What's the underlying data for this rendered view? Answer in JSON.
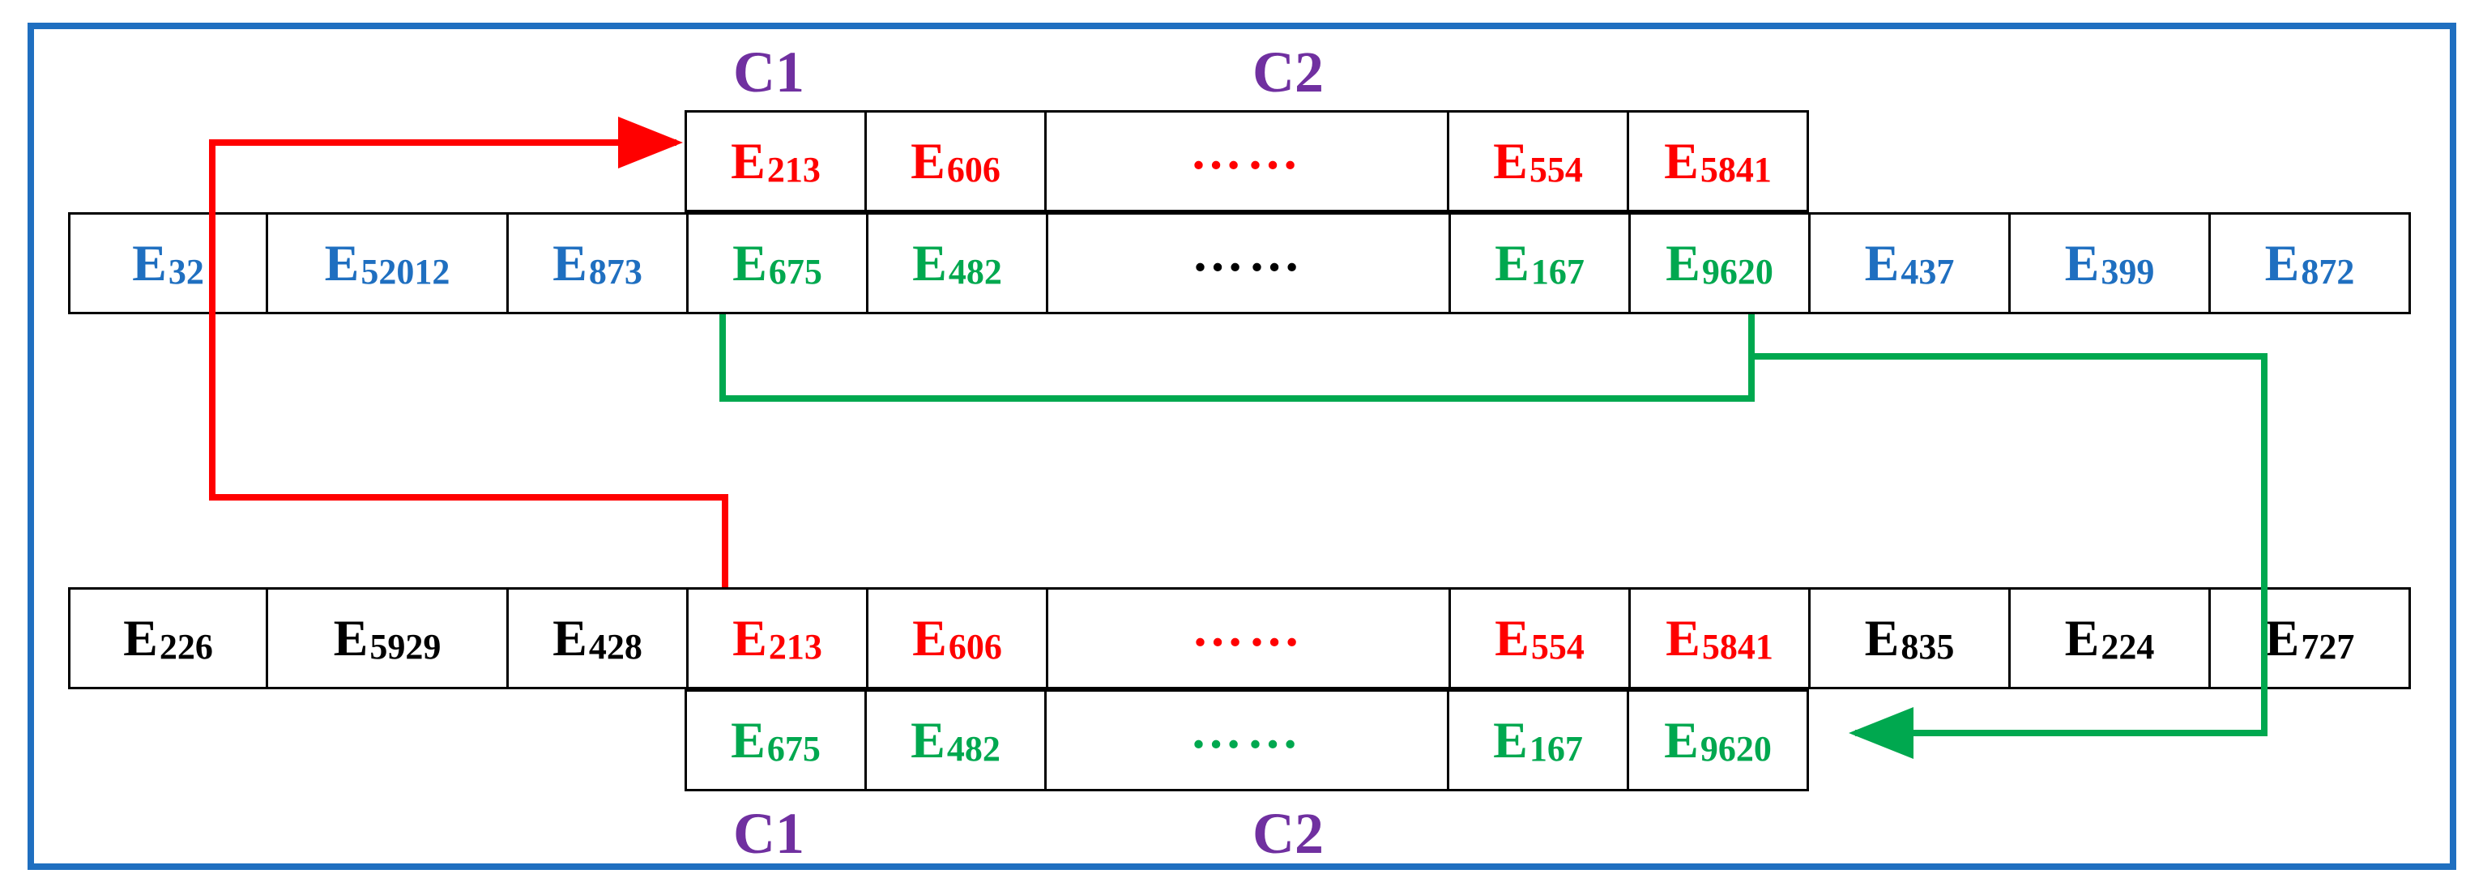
{
  "colors": {
    "frame": "#1f6fc0",
    "blue": "#1f6fc0",
    "red": "#ff0000",
    "green": "#00a84f",
    "purple": "#7030a0",
    "black": "#000000"
  },
  "labels": {
    "top_c1": "C1",
    "top_c2": "C2",
    "bottom_c1": "C1",
    "bottom_c2": "C2"
  },
  "top_offspring_row": [
    {
      "base": "E",
      "sub": "213",
      "color": "red"
    },
    {
      "base": "E",
      "sub": "606",
      "color": "red"
    },
    {
      "dots": "……",
      "color": "red"
    },
    {
      "base": "E",
      "sub": "554",
      "color": "red"
    },
    {
      "base": "E",
      "sub": "5841",
      "color": "red"
    }
  ],
  "parent1_row": [
    {
      "base": "E",
      "sub": "32",
      "color": "blue"
    },
    {
      "base": "E",
      "sub": "52012",
      "color": "blue"
    },
    {
      "base": "E",
      "sub": "873",
      "color": "blue"
    },
    {
      "base": "E",
      "sub": "675",
      "color": "green"
    },
    {
      "base": "E",
      "sub": "482",
      "color": "green"
    },
    {
      "dots": "……",
      "color": "black"
    },
    {
      "base": "E",
      "sub": "167",
      "color": "green"
    },
    {
      "base": "E",
      "sub": "9620",
      "color": "green"
    },
    {
      "base": "E",
      "sub": "437",
      "color": "blue"
    },
    {
      "base": "E",
      "sub": "399",
      "color": "blue"
    },
    {
      "base": "E",
      "sub": "872",
      "color": "blue"
    }
  ],
  "parent2_row": [
    {
      "base": "E",
      "sub": "226",
      "color": "black"
    },
    {
      "base": "E",
      "sub": "5929",
      "color": "black"
    },
    {
      "base": "E",
      "sub": "428",
      "color": "black"
    },
    {
      "base": "E",
      "sub": "213",
      "color": "red"
    },
    {
      "base": "E",
      "sub": "606",
      "color": "red"
    },
    {
      "dots": "……",
      "color": "red"
    },
    {
      "base": "E",
      "sub": "554",
      "color": "red"
    },
    {
      "base": "E",
      "sub": "5841",
      "color": "red"
    },
    {
      "base": "E",
      "sub": "835",
      "color": "black"
    },
    {
      "base": "E",
      "sub": "224",
      "color": "black"
    },
    {
      "base": "E",
      "sub": "727",
      "color": "black"
    }
  ],
  "bottom_offspring_row": [
    {
      "base": "E",
      "sub": "675",
      "color": "green"
    },
    {
      "base": "E",
      "sub": "482",
      "color": "green"
    },
    {
      "dots": "……",
      "color": "green"
    },
    {
      "base": "E",
      "sub": "167",
      "color": "green"
    },
    {
      "base": "E",
      "sub": "9620",
      "color": "green"
    }
  ]
}
